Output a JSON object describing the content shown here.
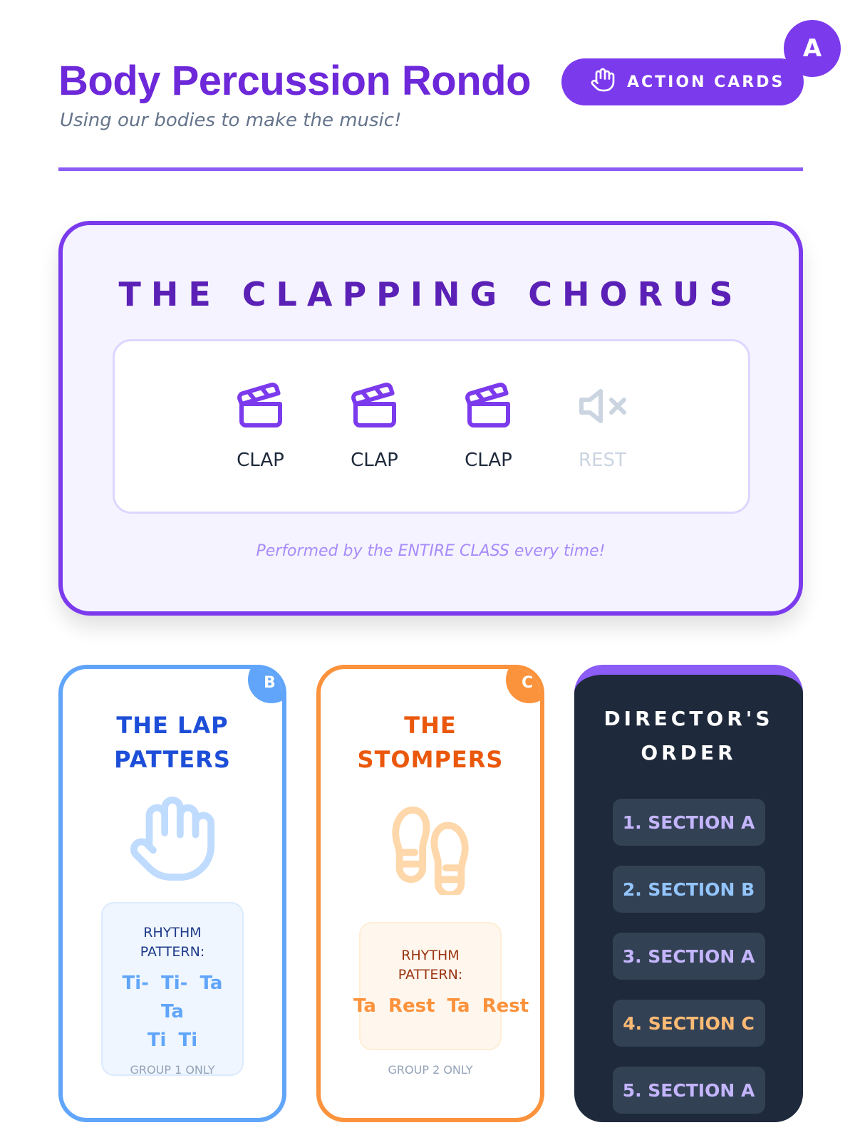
{
  "header": {
    "title": "Body Percussion Rondo",
    "subtitle": "Using our bodies to make the music!",
    "action_label": "ACTION CARDS",
    "section_badge": "A"
  },
  "chorus": {
    "title": "THE CLAPPING CHORUS",
    "beats": [
      {
        "label": "CLAP",
        "icon": "clapperboard-icon"
      },
      {
        "label": "CLAP",
        "icon": "clapperboard-icon"
      },
      {
        "label": "CLAP",
        "icon": "clapperboard-icon"
      },
      {
        "label": "REST",
        "icon": "muted-speaker-icon"
      }
    ],
    "note": "Performed by the ENTIRE CLASS every time!"
  },
  "section_b": {
    "badge": "B",
    "title_line1": "THE LAP",
    "title_line2": "PATTERS",
    "icon": "hand-icon",
    "rhythm_label_1": "RHYTHM",
    "rhythm_label_2": "PATTERN:",
    "rhythm_line1": "Ti- Ti- Ta Ta",
    "rhythm_line2": "Ti Ti",
    "group": "GROUP 1 ONLY",
    "color": "#60a5fa"
  },
  "section_c": {
    "badge": "C",
    "title_line1": "THE",
    "title_line2": "STOMPERS",
    "icon": "footprints-icon",
    "rhythm_label_1": "RHYTHM",
    "rhythm_label_2": "PATTERN:",
    "rhythm_line1": "Ta Rest Ta Rest",
    "group": "GROUP 2 ONLY",
    "color": "#fb923c"
  },
  "director": {
    "title_line1": "DIRECTOR'S",
    "title_line2": "ORDER",
    "steps": [
      {
        "label": "1. SECTION A",
        "color": "#c4b5fd"
      },
      {
        "label": "2. SECTION B",
        "color": "#93c5fd"
      },
      {
        "label": "3. SECTION A",
        "color": "#c4b5fd"
      },
      {
        "label": "4. SECTION C",
        "color": "#fdba74"
      },
      {
        "label": "5. SECTION A",
        "color": "#c4b5fd"
      }
    ]
  }
}
